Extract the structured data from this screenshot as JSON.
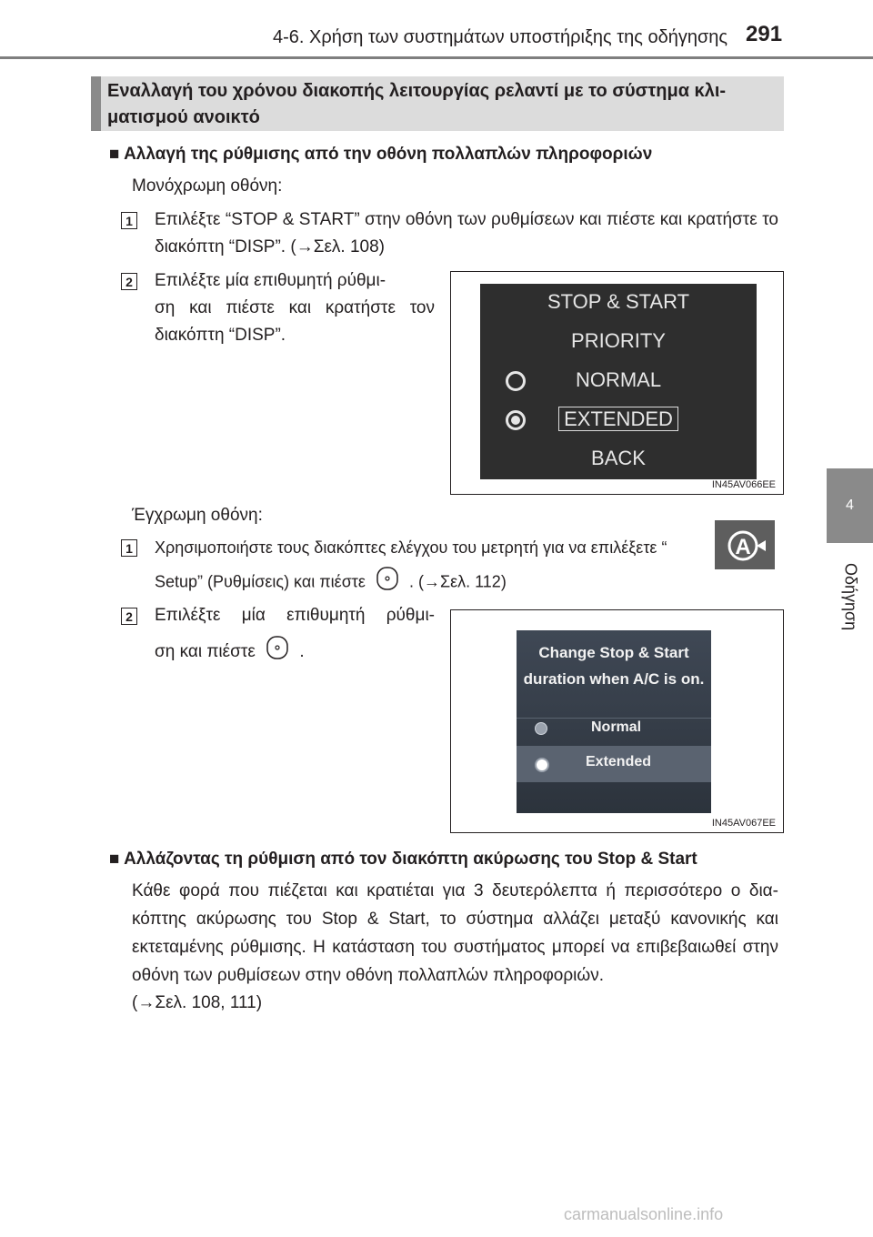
{
  "header": {
    "chapter_title": "4-6. Χρήση των συστημάτων υποστήριξης της οδήγησης",
    "page_number": "291"
  },
  "side_tab": {
    "number": "4",
    "label": "Οδήγηση"
  },
  "section": {
    "title": "Εναλλαγή του χρόνου διακοπής λειτουργίας ρελαντί με το σύστημα κλι-\nματισμού ανοικτό"
  },
  "subsection1": {
    "bullet": "■",
    "heading": "Αλλαγή της ρύθμισης από την οθόνη πολλαπλών πληροφοριών",
    "mono_label": "Μονόχρωμη οθόνη:",
    "mono_steps": [
      {
        "num": "1",
        "text": "Επιλέξτε “STOP & START” στην οθόνη των ρυθμίσεων και πιέστε και κρατήστε το διακόπτη “DISP”. (→Σελ. 108)"
      },
      {
        "num": "2",
        "text": "Επιλέξτε μία επιθυμητή ρύθμι-\nση και πιέστε και κρατήστε τον διακόπτη “DISP”."
      }
    ],
    "mono_figure": {
      "items": [
        "STOP & START",
        "PRIORITY",
        "NORMAL",
        "EXTENDED",
        "BACK"
      ],
      "code": "IN45AV066EE"
    },
    "color_label": "Έγχρωμη οθόνη:",
    "color_steps": [
      {
        "num": "1",
        "text_a": "Χρησιμοποιήστε τους διακόπτες ελέγχου του μετρητή για να επιλέξετε “",
        "text_b": "Setup” (Ρυθμίσεις) και πιέστε",
        "text_c": ". (→Σελ. 112)"
      },
      {
        "num": "2",
        "text_a": "Επιλέξτε μία επιθυμητή ρύθμι-",
        "text_b": "ση και πιέστε",
        "text_c": "."
      }
    ],
    "color_figure": {
      "title": "Change Stop & Start\nduration when A/C is on.",
      "options": [
        "Normal",
        "Extended"
      ],
      "code": "IN45AV067EE"
    }
  },
  "subsection2": {
    "bullet": "■",
    "heading": "Αλλάζοντας τη ρύθμιση από τον διακόπτη ακύρωσης του Stop & Start",
    "body": "Κάθε φορά που πιέζεται και κρατιέται για 3 δευτερόλεπτα ή περισσότερο ο δια-κόπτης ακύρωσης του Stop & Start, το σύστημα αλλάζει μεταξύ κανονικής και εκτεταμένης ρύθμισης. Η κατάσταση του συστήματος μπορεί να επιβεβαιωθεί στην οθόνη των ρυθμίσεων στην οθόνη πολλαπλών πληροφοριών.",
    "ref": "(→Σελ. 108, 111)"
  },
  "watermark": "carmanualsonline.info",
  "icons": [
    "settings-vehicle-icon",
    "enter-button-icon",
    "radio-unselected-icon",
    "radio-selected-icon"
  ]
}
